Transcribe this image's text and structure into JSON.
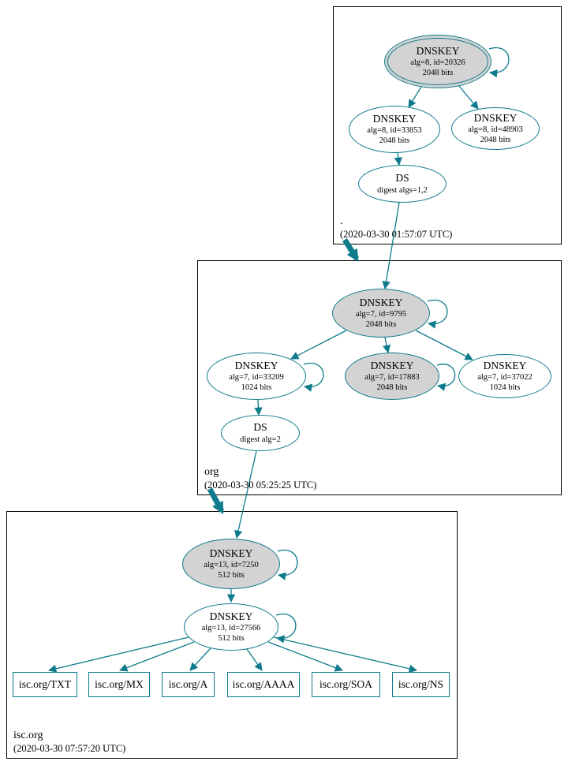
{
  "zones": {
    "root": {
      "label": ".",
      "timestamp": "(2020-03-30 01:57:07 UTC)"
    },
    "org": {
      "label": "org",
      "timestamp": "(2020-03-30 05:25:25 UTC)"
    },
    "isc": {
      "label": "isc.org",
      "timestamp": "(2020-03-30 07:57:20 UTC)"
    }
  },
  "nodes": {
    "root_ksk": {
      "type": "DNSKEY",
      "detail": "alg=8, id=20326",
      "bits": "2048 bits"
    },
    "root_zsk1": {
      "type": "DNSKEY",
      "detail": "alg=8, id=33853",
      "bits": "2048 bits"
    },
    "root_zsk2": {
      "type": "DNSKEY",
      "detail": "alg=8, id=48903",
      "bits": "2048 bits"
    },
    "root_ds": {
      "type": "DS",
      "detail": "digest algs=1,2"
    },
    "org_ksk": {
      "type": "DNSKEY",
      "detail": "alg=7, id=9795",
      "bits": "2048 bits"
    },
    "org_key1": {
      "type": "DNSKEY",
      "detail": "alg=7, id=33209",
      "bits": "1024 bits"
    },
    "org_key2": {
      "type": "DNSKEY",
      "detail": "alg=7, id=17883",
      "bits": "2048 bits"
    },
    "org_key3": {
      "type": "DNSKEY",
      "detail": "alg=7, id=37022",
      "bits": "1024 bits"
    },
    "org_ds": {
      "type": "DS",
      "detail": "digest alg=2"
    },
    "isc_ksk": {
      "type": "DNSKEY",
      "detail": "alg=13, id=7250",
      "bits": "512 bits"
    },
    "isc_zsk": {
      "type": "DNSKEY",
      "detail": "alg=13, id=27566",
      "bits": "512 bits"
    }
  },
  "rrsets": {
    "txt": {
      "label": "isc.org/TXT"
    },
    "mx": {
      "label": "isc.org/MX"
    },
    "a": {
      "label": "isc.org/A"
    },
    "aaaa": {
      "label": "isc.org/AAAA"
    },
    "soa": {
      "label": "isc.org/SOA"
    },
    "ns": {
      "label": "isc.org/NS"
    }
  },
  "colors": {
    "edge": "#0e7b8d",
    "ksk_fill": "#d3d3d3",
    "node_fill": "#ffffff",
    "box_border": "#000000"
  }
}
